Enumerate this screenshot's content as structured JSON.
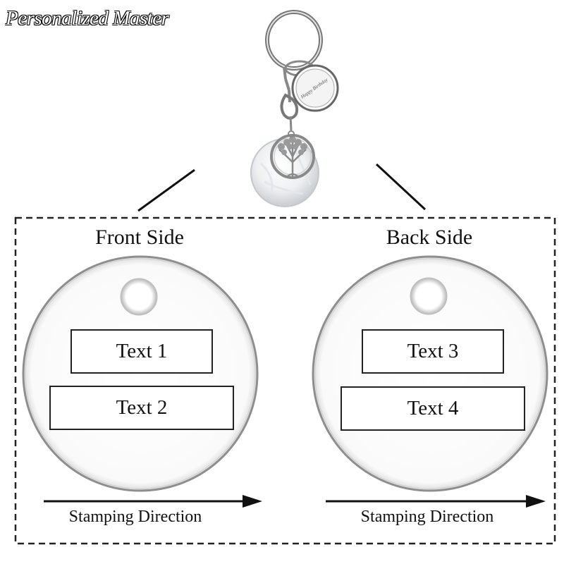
{
  "brand": {
    "name": "Personalized Master"
  },
  "product": {
    "pendant_engraving": "Happy Birthday"
  },
  "sides": [
    {
      "title": "Front Side",
      "lines": [
        "Text 1",
        "Text 2"
      ],
      "direction_label": "Stamping Direction"
    },
    {
      "title": "Back Side",
      "lines": [
        "Text 3",
        "Text 4"
      ],
      "direction_label": "Stamping Direction"
    }
  ],
  "colors": {
    "text": "#111111",
    "tag_fill": "#ffffff",
    "tag_rim": "#8e8e8e",
    "frame_border": "#222222"
  }
}
